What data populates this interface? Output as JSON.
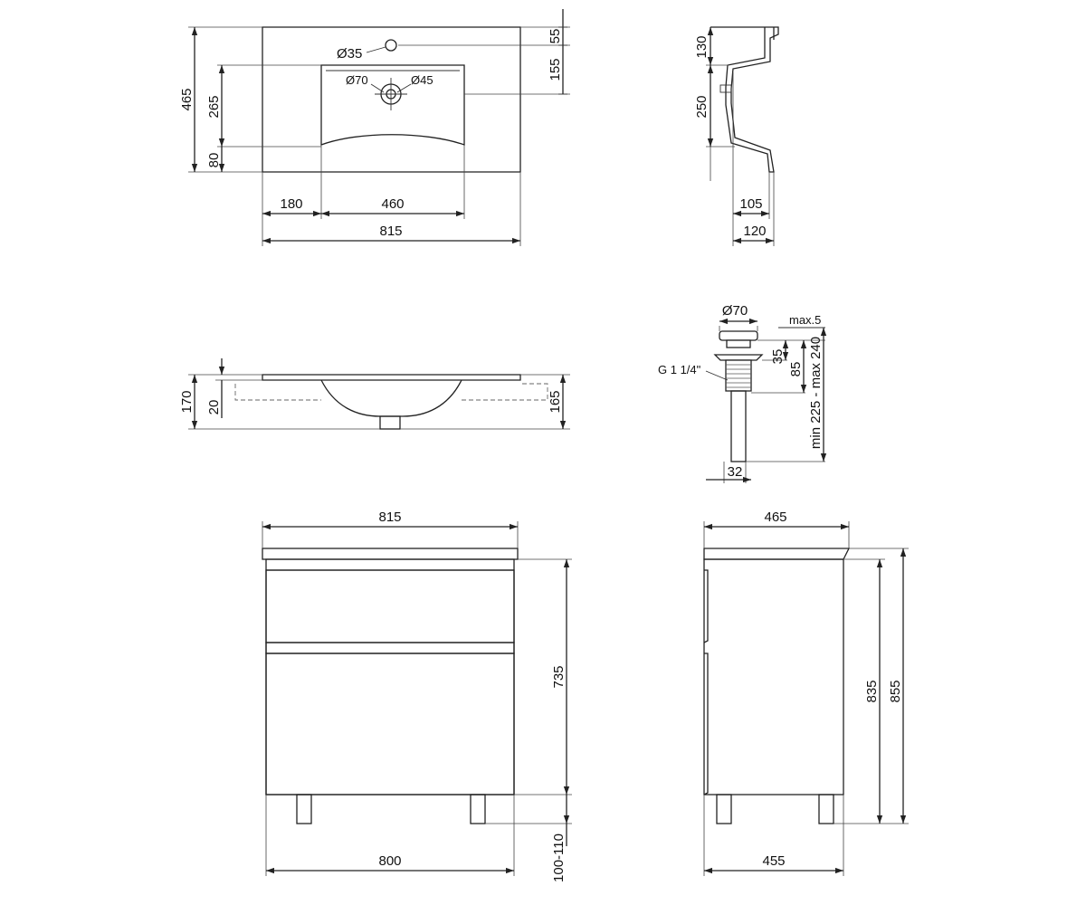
{
  "top_view": {
    "d_tap_hole": "Ø35",
    "d_drain": "Ø70",
    "d_drain_inner": "Ø45",
    "dim_55": "55",
    "dim_155": "155",
    "dim_465": "465",
    "dim_265": "265",
    "dim_80": "80",
    "dim_180": "180",
    "dim_460": "460",
    "dim_815": "815"
  },
  "side_profile": {
    "dim_130": "130",
    "dim_250": "250",
    "dim_105": "105",
    "dim_120": "120"
  },
  "front_section": {
    "dim_170": "170",
    "dim_20": "20",
    "dim_165": "165"
  },
  "drain_detail": {
    "d_top": "Ø70",
    "max_5": "max.5",
    "dim_35": "35",
    "dim_85": "85",
    "range": "min 225 - max 240",
    "thread": "G 1 1/4\"",
    "dim_32": "32"
  },
  "cabinet_front": {
    "width_top": "815",
    "height": "735",
    "width_bottom": "800",
    "legs": "100-110"
  },
  "cabinet_side": {
    "depth_top": "465",
    "h_835": "835",
    "h_855": "855",
    "depth_bottom": "455"
  }
}
